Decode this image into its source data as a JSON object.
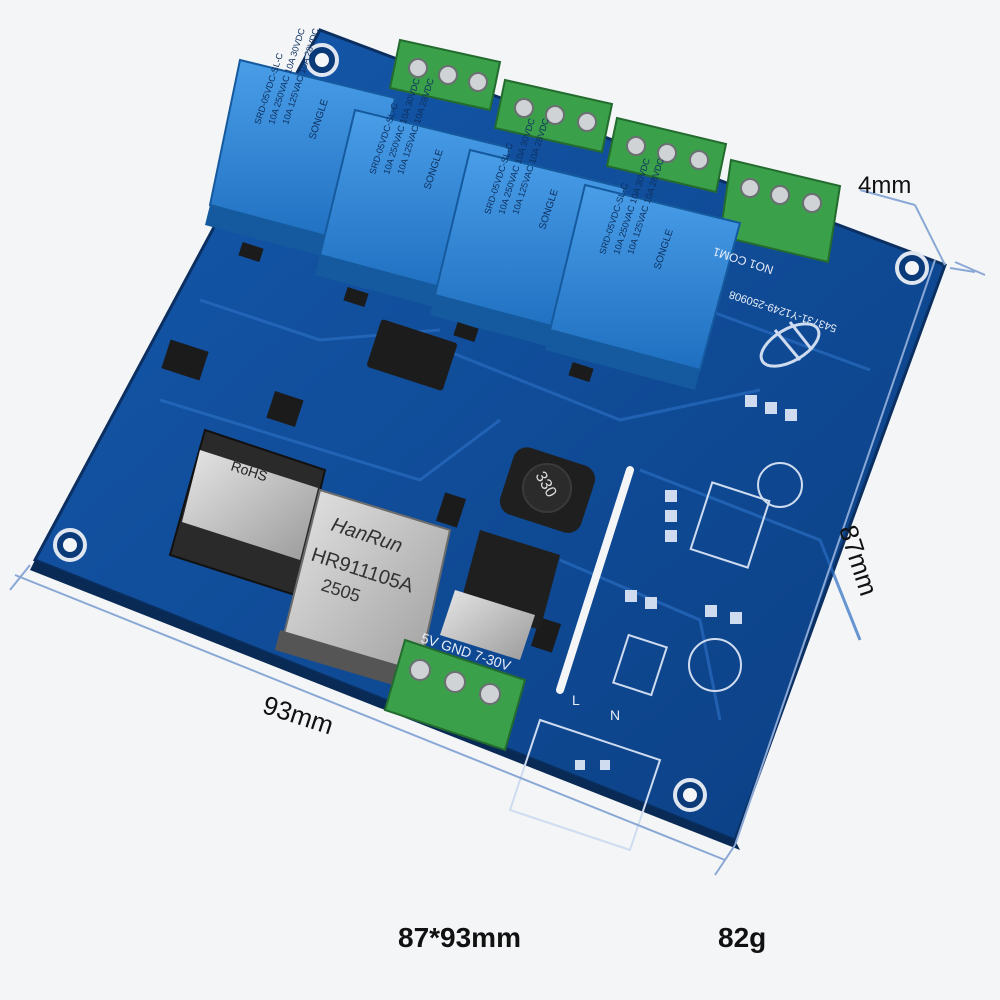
{
  "dimensions": {
    "width_label": "93mm",
    "height_label": "87mm",
    "margin_label": "4mm"
  },
  "caption": {
    "size": "87*93mm",
    "weight": "82g"
  },
  "relays": [
    {
      "lines": [
        "SRD-05VDC-SL-C",
        "10A 250VAC 10A 30VDC",
        "10A 125VAC 10A 28VDC"
      ],
      "brand": "SONGLE"
    },
    {
      "lines": [
        "SRD-05VDC-SL-C",
        "10A 250VAC 10A 30VDC",
        "10A 125VAC 10A 28VDC"
      ],
      "brand": "SONGLE"
    },
    {
      "lines": [
        "SRD-05VDC-SL-C",
        "10A 250VAC 10A 30VDC",
        "10A 125VAC 10A 28VDC"
      ],
      "brand": "SONGLE"
    },
    {
      "lines": [
        "SRD-05VDC-SL-C",
        "10A 250VAC 10A 30VDC",
        "10A 125VAC 10A 28VDC"
      ],
      "brand": "SONGLE"
    }
  ],
  "ethernet_jack": {
    "brand": "HanRun",
    "model": "HR911105A",
    "date": "2505"
  },
  "wifi_module": {
    "label": "RoHS"
  },
  "inductor": {
    "value": "330"
  },
  "silkscreen": {
    "power_terminal": "5V GND 7-30V",
    "relay_terminal": "NO1 COM1",
    "board_id": "543731-Y1249-250908",
    "ac_left": "L",
    "ac_right": "N"
  },
  "colors": {
    "pcb": "#0f4f9c",
    "pcb_dark": "#0a3a78",
    "relay": "#2f86d8",
    "terminal": "#3aa04a",
    "background": "#f4f5f7",
    "dimension_line": "#8aa8d6"
  }
}
